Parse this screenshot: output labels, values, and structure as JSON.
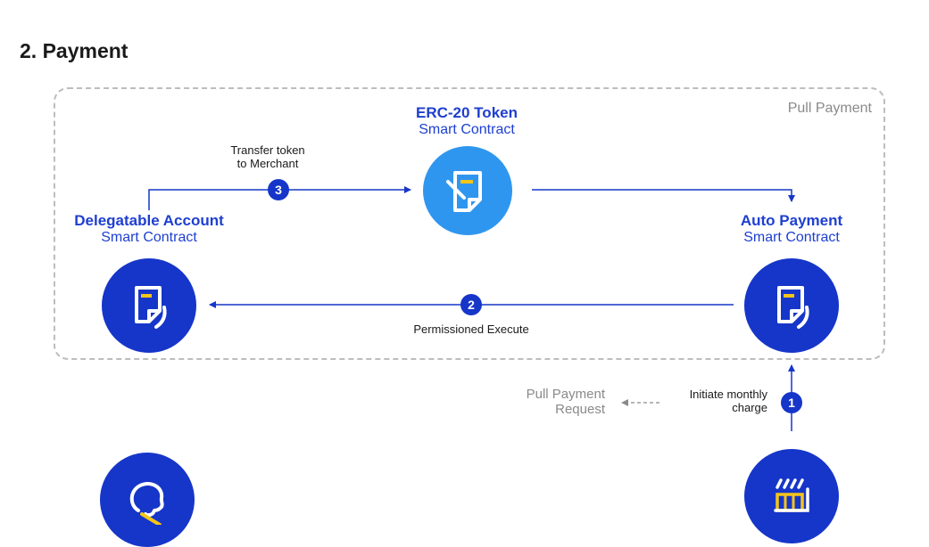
{
  "section_title": "2. Payment",
  "box_label": "Pull Payment",
  "nodes": {
    "erc20": {
      "title": "ERC-20 Token",
      "subtitle": "Smart Contract",
      "icon": "document-icon"
    },
    "delegatable": {
      "title": "Delegatable Account",
      "subtitle": "Smart Contract",
      "icon": "document-icon"
    },
    "auto_payment": {
      "title": "Auto Payment",
      "subtitle": "Smart Contract",
      "icon": "document-icon"
    },
    "user": {
      "icon": "user-head-icon"
    },
    "merchant": {
      "icon": "merchant-store-icon"
    }
  },
  "steps": {
    "step1": {
      "number": "1",
      "label_line1": "Initiate monthly",
      "label_line2": "charge"
    },
    "step2": {
      "number": "2",
      "label": "Permissioned Execute"
    },
    "step3": {
      "number": "3",
      "label_line1": "Transfer token",
      "label_line2": "to Merchant"
    }
  },
  "request_note": {
    "line1": "Pull Payment",
    "line2": "Request"
  },
  "colors": {
    "primary": "#1636c9",
    "light": "#2f96f0",
    "accent": "#f5c518",
    "muted": "#8a8a8a"
  }
}
